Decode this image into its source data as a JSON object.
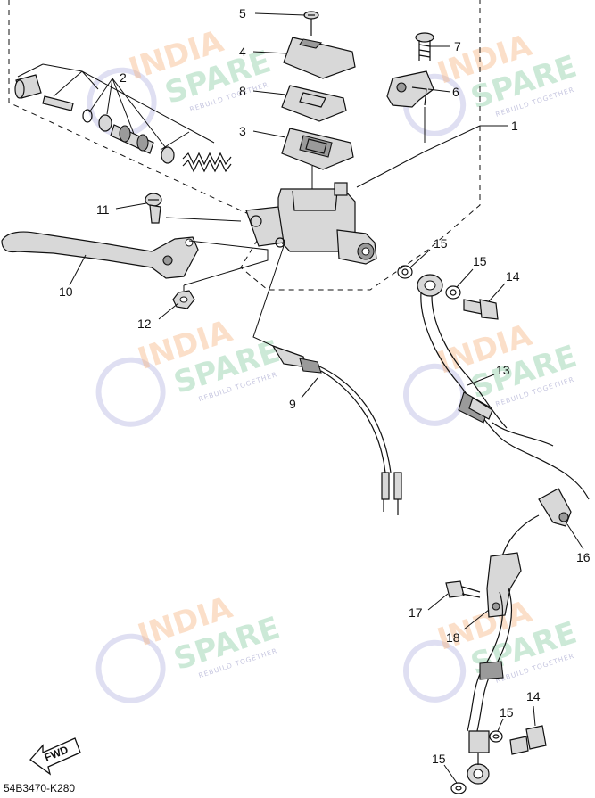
{
  "diagram": {
    "code": "54B3470-K280",
    "fwd_label": "FWD",
    "watermark": {
      "line1": "INDIA",
      "line2": "SPARE",
      "tagline": "REBUILD TOGETHER"
    },
    "callouts": [
      {
        "id": "c5",
        "label": "5"
      },
      {
        "id": "c4",
        "label": "4"
      },
      {
        "id": "c7",
        "label": "7"
      },
      {
        "id": "c2",
        "label": "2"
      },
      {
        "id": "c6",
        "label": "6"
      },
      {
        "id": "c8",
        "label": "8"
      },
      {
        "id": "c1",
        "label": "1"
      },
      {
        "id": "c3",
        "label": "3"
      },
      {
        "id": "c11",
        "label": "11"
      },
      {
        "id": "c15a",
        "label": "15"
      },
      {
        "id": "c15b",
        "label": "15"
      },
      {
        "id": "c14a",
        "label": "14"
      },
      {
        "id": "c10",
        "label": "10"
      },
      {
        "id": "c12",
        "label": "12"
      },
      {
        "id": "c13",
        "label": "13"
      },
      {
        "id": "c9",
        "label": "9"
      },
      {
        "id": "c16",
        "label": "16"
      },
      {
        "id": "c17",
        "label": "17"
      },
      {
        "id": "c18",
        "label": "18"
      },
      {
        "id": "c14b",
        "label": "14"
      },
      {
        "id": "c15c",
        "label": "15"
      },
      {
        "id": "c15d",
        "label": "15"
      }
    ]
  }
}
